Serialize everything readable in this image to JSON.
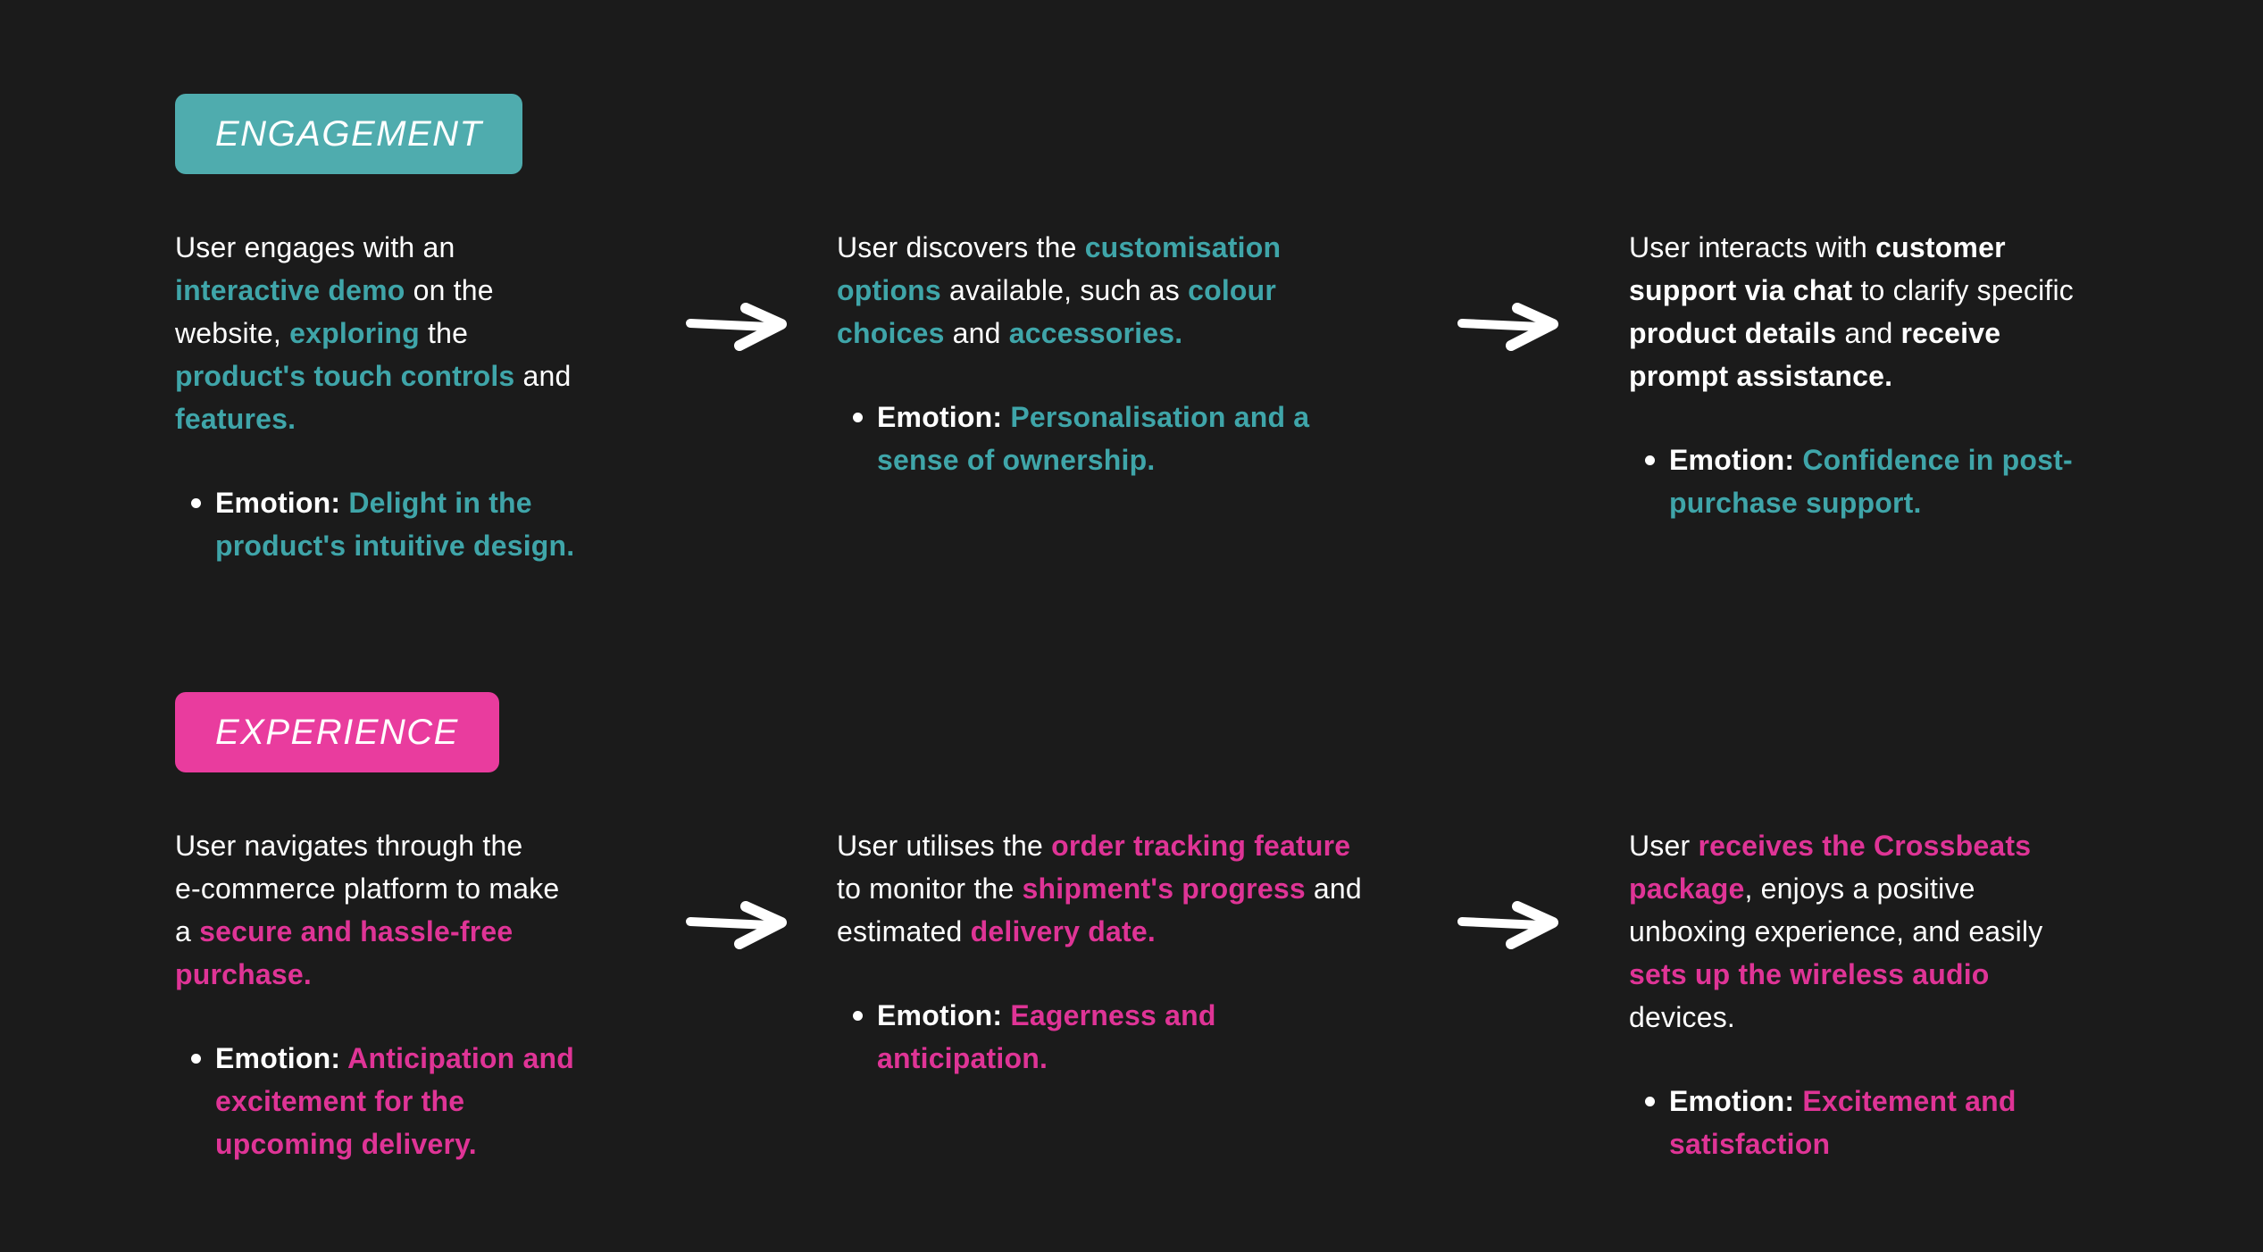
{
  "colors": {
    "background": "#1b1b1b",
    "text_white": "#ffffff",
    "teal_badge": "#4facae",
    "teal_text": "#3fa5a9",
    "pink_badge": "#e93c9e",
    "pink_text": "#df3496",
    "arrow": "#ffffff"
  },
  "sections": [
    {
      "badge": "ENGAGEMENT",
      "accent": "teal",
      "steps": [
        {
          "paragraph": [
            {
              "t": "User engages with an\n",
              "s": "n"
            },
            {
              "t": "interactive demo",
              "s": "a"
            },
            {
              "t": " on the\nwebsite, ",
              "s": "n"
            },
            {
              "t": "exploring",
              "s": "a"
            },
            {
              "t": " the\n",
              "s": "n"
            },
            {
              "t": "product's touch controls",
              "s": "a"
            },
            {
              "t": " and\n",
              "s": "n"
            },
            {
              "t": "features.",
              "s": "a"
            }
          ],
          "bullet": [
            {
              "t": "Emotion: ",
              "s": "b"
            },
            {
              "t": "Delight in the\nproduct's intuitive design.",
              "s": "a"
            }
          ]
        },
        {
          "paragraph": [
            {
              "t": "User discovers the ",
              "s": "n"
            },
            {
              "t": "customisation\noptions",
              "s": "a"
            },
            {
              "t": " available, such as ",
              "s": "n"
            },
            {
              "t": "colour\nchoices",
              "s": "a"
            },
            {
              "t": " and ",
              "s": "n"
            },
            {
              "t": "accessories.",
              "s": "a"
            }
          ],
          "bullet": [
            {
              "t": "Emotion: ",
              "s": "b"
            },
            {
              "t": "Personalisation and a\nsense of ownership.",
              "s": "a"
            }
          ]
        },
        {
          "paragraph": [
            {
              "t": "User interacts with ",
              "s": "n"
            },
            {
              "t": "customer\nsupport via chat",
              "s": "b"
            },
            {
              "t": " to clarify specific\n",
              "s": "n"
            },
            {
              "t": "product details",
              "s": "b"
            },
            {
              "t": " and ",
              "s": "n"
            },
            {
              "t": "receive\nprompt assistance.",
              "s": "b"
            }
          ],
          "bullet": [
            {
              "t": "Emotion: ",
              "s": "b"
            },
            {
              "t": "Confidence in post-\npurchase support.",
              "s": "a"
            }
          ]
        }
      ]
    },
    {
      "badge": "EXPERIENCE",
      "accent": "pink",
      "steps": [
        {
          "paragraph": [
            {
              "t": "User navigates through the\ne-commerce platform to make\na ",
              "s": "n"
            },
            {
              "t": "secure and hassle-free\npurchase.",
              "s": "a"
            }
          ],
          "bullet": [
            {
              "t": "Emotion: ",
              "s": "b"
            },
            {
              "t": "Anticipation and\nexcitement for the\nupcoming delivery.",
              "s": "a"
            }
          ]
        },
        {
          "paragraph": [
            {
              "t": "User utilises the ",
              "s": "n"
            },
            {
              "t": "order tracking feature",
              "s": "a"
            },
            {
              "t": "\nto monitor the ",
              "s": "n"
            },
            {
              "t": "shipment's progress",
              "s": "a"
            },
            {
              "t": " and\nestimated ",
              "s": "n"
            },
            {
              "t": "delivery date.",
              "s": "a"
            }
          ],
          "bullet": [
            {
              "t": "Emotion: ",
              "s": "b"
            },
            {
              "t": "Eagerness and\nanticipation.",
              "s": "a"
            }
          ]
        },
        {
          "paragraph": [
            {
              "t": "User ",
              "s": "n"
            },
            {
              "t": "receives the Crossbeats\npackage",
              "s": "a"
            },
            {
              "t": ", enjoys a positive\nunboxing experience, and easily\n",
              "s": "n"
            },
            {
              "t": "sets up the wireless audio",
              "s": "a"
            },
            {
              "t": "\ndevices.",
              "s": "n"
            }
          ],
          "bullet": [
            {
              "t": "Emotion: ",
              "s": "b"
            },
            {
              "t": "Excitement and\nsatisfaction",
              "s": "a"
            }
          ]
        }
      ]
    }
  ]
}
